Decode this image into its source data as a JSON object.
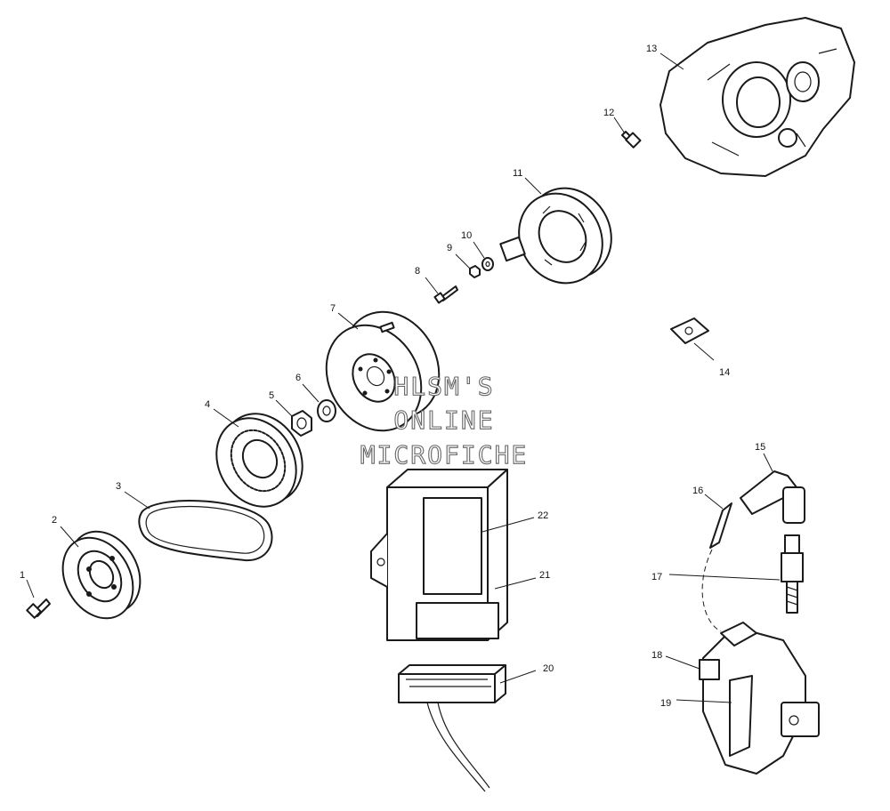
{
  "watermark": {
    "line1": "HLSM'S",
    "line2": "ONLINE",
    "line3": "MICROFICHE"
  },
  "callouts": {
    "c1": "1",
    "c2": "2",
    "c3": "3",
    "c4": "4",
    "c5": "5",
    "c6": "6",
    "c7": "7",
    "c8": "8",
    "c9": "9",
    "c10": "10",
    "c11": "11",
    "c12": "12",
    "c13": "13",
    "c14": "14",
    "c15": "15",
    "c16": "16",
    "c17": "17",
    "c18": "18",
    "c19": "19",
    "c20": "20",
    "c21": "21",
    "c22": "22"
  },
  "colors": {
    "line": "#1a1a1a",
    "background": "#ffffff",
    "watermark_outline": "#666666"
  }
}
